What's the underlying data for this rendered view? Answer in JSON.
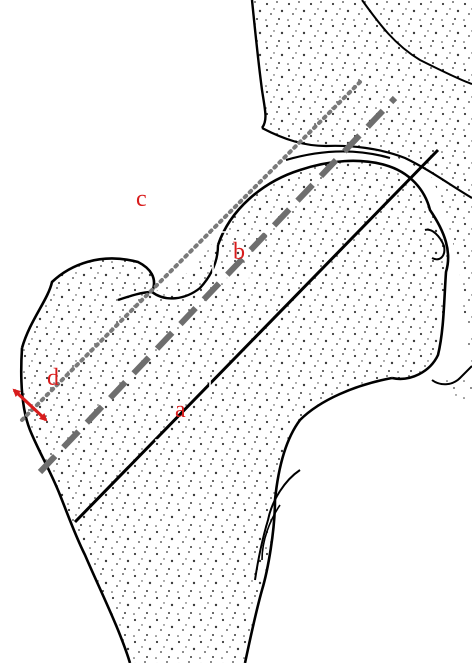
{
  "figure": {
    "labels": {
      "a": "a",
      "b": "b",
      "c": "c",
      "d": "d"
    },
    "colors": {
      "label": "#d81c1c",
      "arrow": "#d81c1c",
      "bone_outline": "#000000",
      "bone_fill": "#f4f4f4",
      "stipple": "#3a3a3a",
      "dashed_axis": "#6e6e6e",
      "dotted_axis": "#7a7a7a",
      "marker_box": "#ffffff"
    }
  }
}
